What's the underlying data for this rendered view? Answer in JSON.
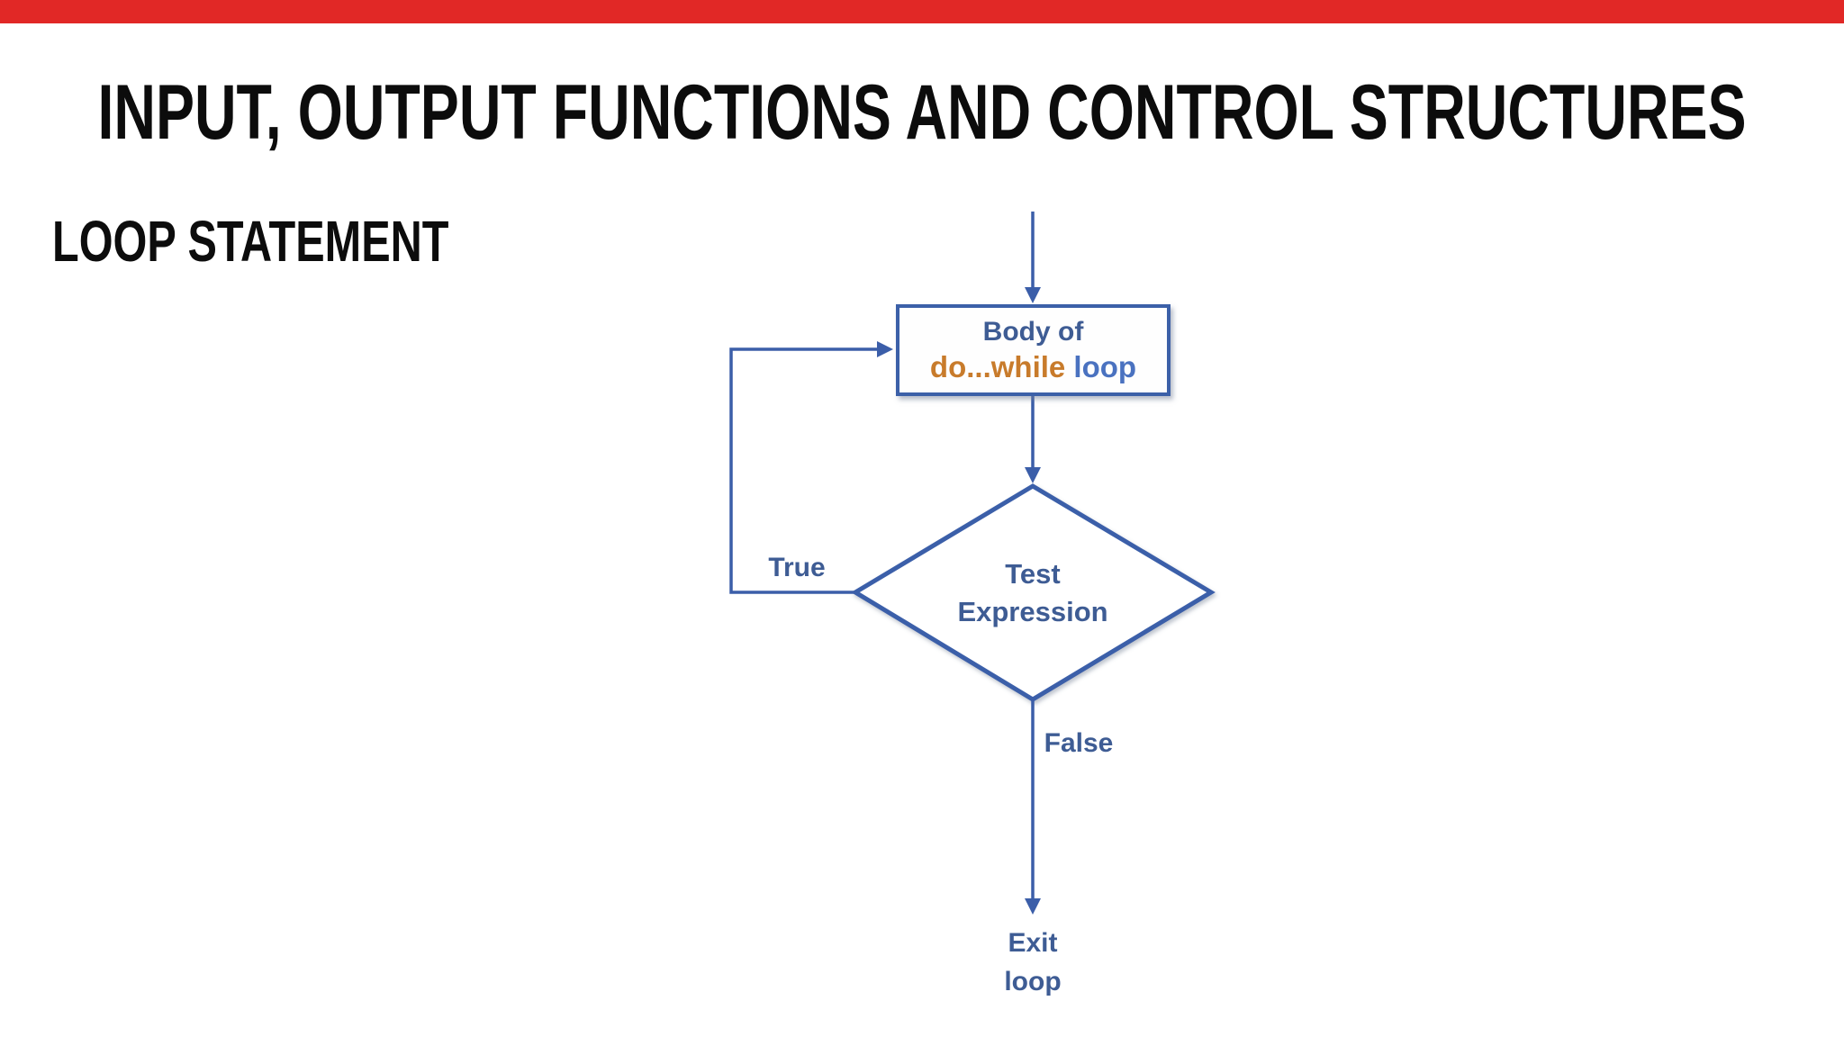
{
  "slide": {
    "title": "INPUT, OUTPUT FUNCTIONS AND CONTROL STRUCTURES",
    "section_heading": "LOOP STATEMENT",
    "background_color": "#ffffff",
    "top_bar_color": "#e12826"
  },
  "flowchart": {
    "type": "flowchart",
    "shape_line_blue": "#3b5ea9",
    "text_blue": "#3e5c94",
    "keyword_orange": "#c87b2b",
    "loop_word_blue": "#4a72c0",
    "nodes": {
      "process_box": {
        "line1": "Body of",
        "keyword": "do...while",
        "suffix": " loop"
      },
      "decision": {
        "line1": "Test",
        "line2": "Expression"
      }
    },
    "edge_labels": {
      "true_branch": "True",
      "false_branch": "False"
    },
    "terminal": {
      "line1": "Exit",
      "line2": "loop"
    }
  }
}
